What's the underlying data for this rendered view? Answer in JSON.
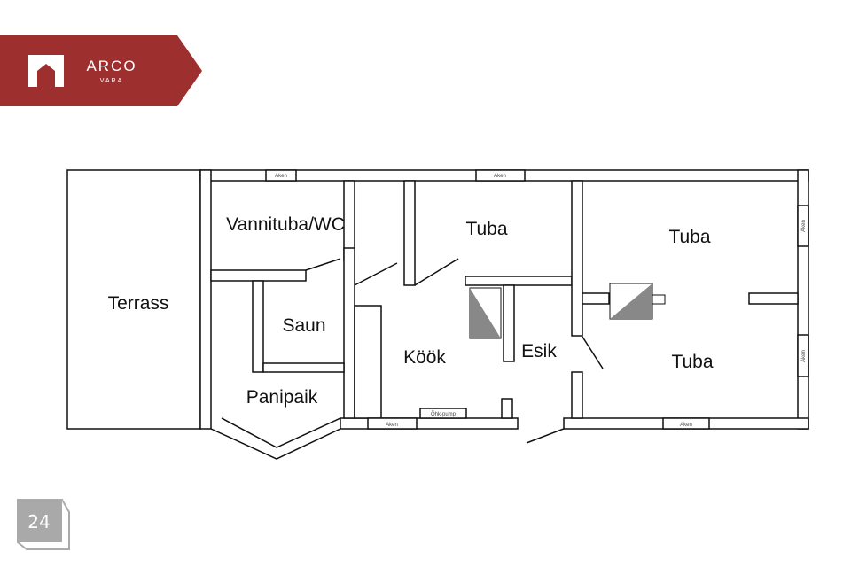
{
  "brand": {
    "name": "ARCO",
    "sub": "VARA",
    "color": "#9e2f2f"
  },
  "page_number": "24",
  "rooms": {
    "terrass": "Terrass",
    "vannituba": "Vannituba/WC",
    "saun": "Saun",
    "panipaik": "Panipaik",
    "kook": "Köök",
    "tuba_mid": "Tuba",
    "esik": "Esik",
    "tuba_top_right": "Tuba",
    "tuba_bottom_right": "Tuba"
  },
  "labels": {
    "window": "Aken",
    "heat_pump": "Õhk-pump"
  }
}
